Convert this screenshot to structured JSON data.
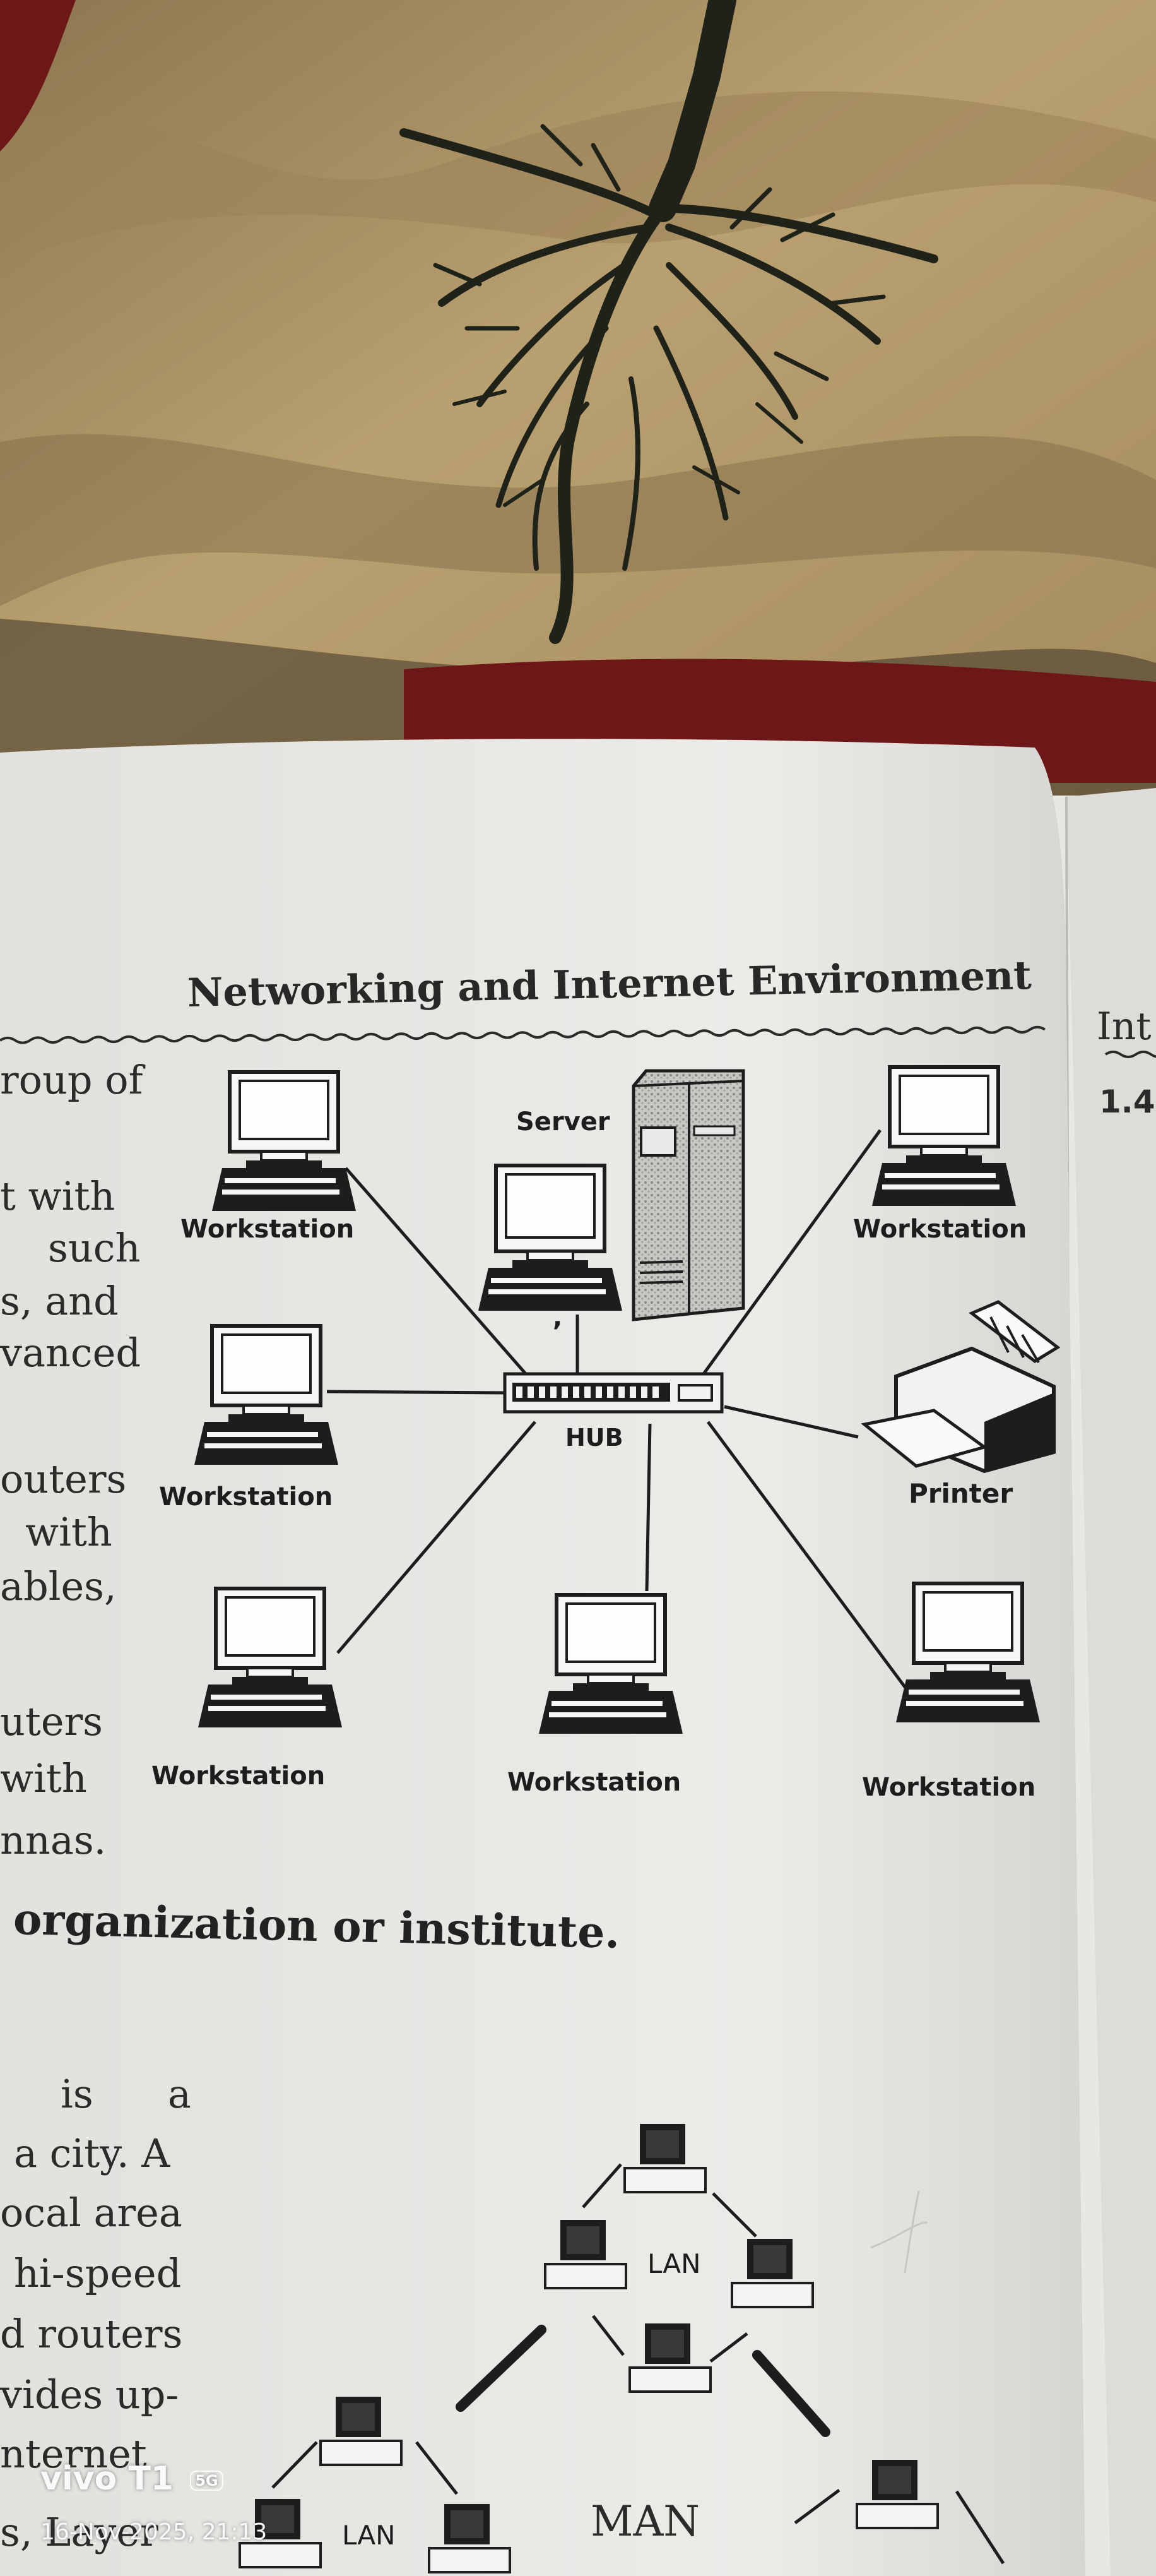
{
  "photo": {
    "subject": "photograph of an open textbook page lying on a patterned cloth",
    "colors": {
      "cloth_tan": "#b49a6a",
      "cloth_dark": "#4a3c28",
      "cloth_red": "#6e1718",
      "page": "#e9e7e4",
      "ink": "#1d1d1d"
    }
  },
  "page": {
    "heading": "Networking and Internet Environment",
    "right_page_fragments": [
      "Int",
      "1.4"
    ],
    "left_column_fragments": [
      "roup  of",
      "t  with",
      "such",
      "s,  and",
      "vanced",
      "outers",
      "with",
      "ables,",
      "uters",
      "with",
      "nnas."
    ],
    "subheading": "organization or institute.",
    "lower_column_fragments": [
      "is      a",
      "a city. A",
      "ocal area",
      "hi-speed",
      "d routers",
      "vides up-",
      "nternet",
      "s, Layer"
    ]
  },
  "star_diagram": {
    "hub_label": "HUB",
    "server_label": "Server",
    "printer_label": "Printer",
    "workstation_label": "Workstation",
    "workstation_count": 6
  },
  "man_diagram": {
    "lan_label": "LAN",
    "man_label": "MAN"
  },
  "camera_watermark": {
    "brand": "vivo T1",
    "badge": "5G",
    "datetime": "16-Nov-2025, 21:13"
  }
}
